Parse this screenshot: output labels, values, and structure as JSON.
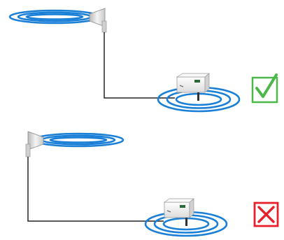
{
  "diagram": {
    "panels": [
      {
        "id": "top",
        "verdict": "correct",
        "verdict_symbol": "check-mark",
        "verdict_color": "#4cb84a"
      },
      {
        "id": "bottom",
        "verdict": "incorrect",
        "verdict_symbol": "cross-mark",
        "verdict_color": "#e8202a"
      }
    ],
    "colors": {
      "signal_ring": "#1a7fd6",
      "cable": "#222222",
      "antenna_body": "#d9d9d9",
      "device_body": "#f2f2f2"
    }
  }
}
